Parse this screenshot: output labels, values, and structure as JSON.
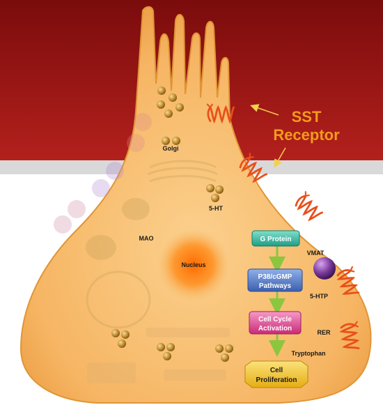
{
  "callout": {
    "title_line1": "SST",
    "title_line2": "Receptor"
  },
  "labels": {
    "golgi": "Golgi",
    "serotonin": "5-HT",
    "mao": "MAO",
    "nucleus": "Nucleus",
    "vmat": "VMAT",
    "htp": "5-HTP",
    "rer": "RER",
    "tryptophan": "Tryptophan"
  },
  "pathway": {
    "g_protein": "G Protein",
    "p38_line1": "P38/cGMP",
    "p38_line2": "Pathways",
    "cycle_line1": "Cell Cycle",
    "cycle_line2": "Activation",
    "prolif_line1": "Cell",
    "prolif_line2": "Proliferation"
  },
  "colors": {
    "header_dark": "#7a0c0c",
    "header_mid": "#b01d1d",
    "cell_fill": "#f5b866",
    "cell_edge": "#e09535",
    "receptor": "#e8501a",
    "callout_text": "#f39a1c",
    "g_protein": "#2fb7a0",
    "p38": "#4f78c4",
    "cell_cycle": "#e0418f",
    "proliferation": "#f3c21a",
    "vesicle": "#b8862a",
    "vmat": "#7a3a9a"
  }
}
